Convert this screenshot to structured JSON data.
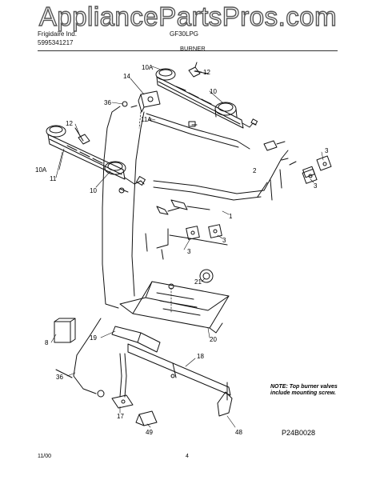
{
  "watermark": "AppliancePartsPros.com",
  "header": {
    "brand": "Frigidaire Ind.",
    "model": "GF30LPG",
    "publication": "5995341217",
    "section": "BURNER"
  },
  "callouts": {
    "c14": "14",
    "c10a_top": "10A",
    "c12_top": "12",
    "c10_top": "10",
    "c36_top": "36",
    "c11a": "11A",
    "c12_left": "12",
    "c3_right": "3",
    "c10a_left": "10A",
    "c11": "11",
    "c2": "2",
    "c3_right2": "3",
    "c10_left": "10",
    "c1": "1",
    "c3_mid": "3",
    "c3_mid2": "3",
    "c21": "21",
    "c8": "8",
    "c19": "19",
    "c20": "20",
    "c18": "18",
    "c36_bot": "36",
    "c17": "17",
    "c49": "49",
    "c48": "48"
  },
  "note": {
    "line1": "NOTE: Top burner valves",
    "line2": "include mounting screw."
  },
  "diagram_code": "P24B0028",
  "footer": {
    "date": "11/00",
    "page": "4"
  }
}
